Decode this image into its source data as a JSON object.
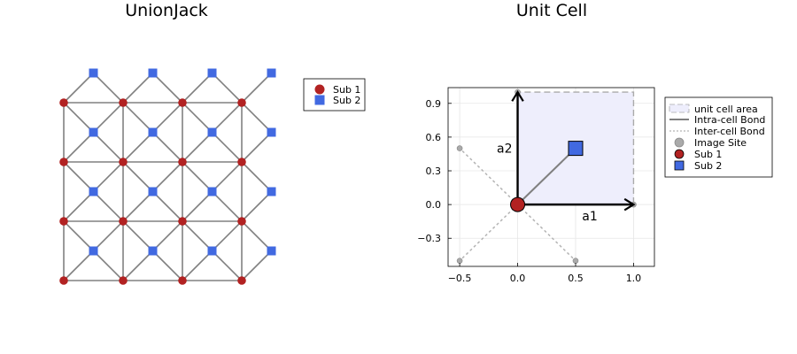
{
  "chart_data": [
    {
      "type": "scatter",
      "title": "UnionJack",
      "xlabel": "",
      "ylabel": "",
      "axes_visible": false,
      "legend_position": "top-right",
      "series": [
        {
          "name": "Sub 1",
          "marker": "circle",
          "color": "#b22222",
          "points": [
            [
              0,
              0
            ],
            [
              1,
              0
            ],
            [
              2,
              0
            ],
            [
              3,
              0
            ],
            [
              0,
              1
            ],
            [
              1,
              1
            ],
            [
              2,
              1
            ],
            [
              3,
              1
            ],
            [
              0,
              2
            ],
            [
              1,
              2
            ],
            [
              2,
              2
            ],
            [
              3,
              2
            ],
            [
              0,
              3
            ],
            [
              1,
              3
            ],
            [
              2,
              3
            ],
            [
              3,
              3
            ]
          ]
        },
        {
          "name": "Sub 2",
          "marker": "square",
          "color": "#4169e1",
          "points": [
            [
              0.5,
              0.5
            ],
            [
              1.5,
              0.5
            ],
            [
              2.5,
              0.5
            ],
            [
              3.5,
              0.5
            ],
            [
              0.5,
              1.5
            ],
            [
              1.5,
              1.5
            ],
            [
              2.5,
              1.5
            ],
            [
              3.5,
              1.5
            ],
            [
              0.5,
              2.5
            ],
            [
              1.5,
              2.5
            ],
            [
              2.5,
              2.5
            ],
            [
              3.5,
              2.5
            ],
            [
              0.5,
              3.5
            ],
            [
              1.5,
              3.5
            ],
            [
              2.5,
              3.5
            ],
            [
              3.5,
              3.5
            ]
          ]
        }
      ],
      "bond_color": "#808080"
    },
    {
      "type": "scatter",
      "title": "Unit Cell",
      "xlabel": "",
      "ylabel": "",
      "xlim": [
        -0.6,
        1.18
      ],
      "ylim": [
        -0.55,
        1.04
      ],
      "xticks": [
        -0.5,
        0.0,
        0.5,
        1.0
      ],
      "xticklabels": [
        "−0.5",
        "0.0",
        "0.5",
        "1.0"
      ],
      "yticks": [
        -0.3,
        0.0,
        0.3,
        0.6,
        0.9
      ],
      "yticklabels": [
        "−0.3",
        "0.0",
        "0.3",
        "0.6",
        "0.9"
      ],
      "grid": true,
      "legend_position": "top-right",
      "unit_cell": {
        "name": "unit cell area",
        "corners": [
          [
            0,
            0
          ],
          [
            1,
            0
          ],
          [
            1,
            1
          ],
          [
            0,
            1
          ]
        ],
        "fill": "#eeeefc",
        "border": "#aaaaaa"
      },
      "intra_bonds": {
        "name": "Intra-cell Bond",
        "segments": [
          [
            [
              0,
              0
            ],
            [
              0.5,
              0.5
            ]
          ]
        ],
        "color": "#808080"
      },
      "inter_bonds": {
        "name": "Inter-cell Bond",
        "segments": [
          [
            [
              0,
              0
            ],
            [
              -0.5,
              0.5
            ]
          ],
          [
            [
              0,
              0
            ],
            [
              -0.5,
              -0.5
            ]
          ],
          [
            [
              0,
              0
            ],
            [
              0.5,
              -0.5
            ]
          ]
        ],
        "color": "#b4b4b4"
      },
      "image_sites": {
        "name": "Image Site",
        "points": [
          [
            1,
            0
          ],
          [
            0,
            1
          ],
          [
            -0.5,
            0.5
          ],
          [
            -0.5,
            -0.5
          ],
          [
            0.5,
            -0.5
          ]
        ],
        "color": "#aaaaaa"
      },
      "sites": [
        {
          "name": "Sub 1",
          "marker": "circle",
          "color": "#b22222",
          "x": 0,
          "y": 0
        },
        {
          "name": "Sub 2",
          "marker": "square",
          "color": "#4169e1",
          "x": 0.5,
          "y": 0.5
        }
      ],
      "vectors": [
        {
          "label": "a1",
          "from": [
            0,
            0
          ],
          "to": [
            1,
            0
          ]
        },
        {
          "label": "a2",
          "from": [
            0,
            0
          ],
          "to": [
            0,
            1
          ]
        }
      ]
    }
  ]
}
